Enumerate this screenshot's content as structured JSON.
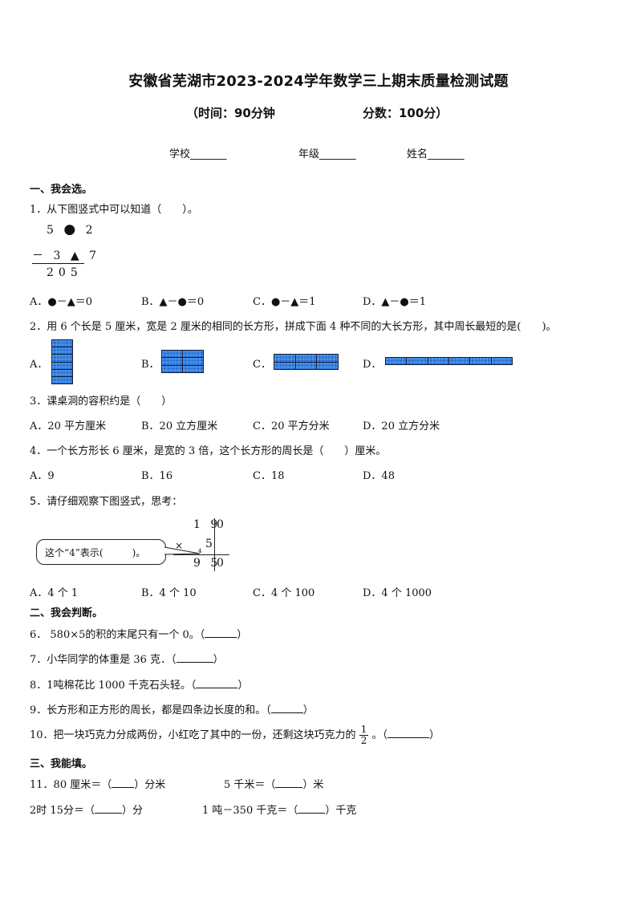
{
  "header": {
    "title": "安徽省芜湖市2023-2024学年数学三上期末质量检测试题",
    "time_label": "（时间：90分钟",
    "score_label": "分数：100分）",
    "fields": [
      {
        "label": "学校_______"
      },
      {
        "label": "年级_______"
      },
      {
        "label": "姓名_______"
      }
    ]
  },
  "sections": [
    {
      "label": "一、我会选。"
    },
    {
      "label": "二、我会判断。"
    },
    {
      "label": "三、我能填。"
    }
  ],
  "q1": {
    "text": "1．从下图竖式中可以知道（　　）。",
    "calc": {
      "row1": [
        "5",
        "●",
        "2"
      ],
      "row2": [
        "－",
        "3",
        "▲",
        "7"
      ],
      "row3": [
        "2",
        "0",
        "5"
      ]
    },
    "options": [
      "A．●－▲＝0",
      "B．▲－●＝0",
      "C．●－▲＝1",
      "D．▲－●＝1"
    ]
  },
  "q2": {
    "text": "2．用 6 个长是 5 厘米，宽是 2 厘米的相同的长方形，拼成下面 4 种不同的大长方形，其中周长最短的是(　　)。",
    "options": [
      {
        "label": "A．",
        "cols": 1,
        "rows": 6
      },
      {
        "label": "B．",
        "cols": 2,
        "rows": 3
      },
      {
        "label": "C．",
        "cols": 3,
        "rows": 2
      },
      {
        "label": "D．",
        "cols": 6,
        "rows": 1
      }
    ],
    "fill_color": "#2e7fe0"
  },
  "q3": {
    "text": "3．课桌洞的容积约是（　　）",
    "options": [
      "A．20 平方厘米",
      "B．20 立方厘米",
      "C．20 平方分米",
      "D．20 立方分米"
    ]
  },
  "q4": {
    "text": "4．一个长方形长 6 厘米，是宽的 3 倍，这个长方形的周长是（　　）厘米。",
    "options": [
      "A．9",
      "B．16",
      "C．18",
      "D．48"
    ]
  },
  "q5": {
    "text": "5．请仔细观察下图竖式，思考：",
    "bubble": "这个“4”表示(　　　)。",
    "calc": {
      "top": "1 9",
      "top_zero": "0",
      "mul_sign": "×",
      "carry": "4",
      "mult": "5",
      "result": "9 5",
      "result_zero": "0"
    },
    "options": [
      "A．4 个 1",
      "B．4 个 10",
      "C．4 个 100",
      "D．4 个 1000"
    ]
  },
  "judge": [
    {
      "text": "6． 580×5的积的末尾只有一个 0。（",
      "close": "）"
    },
    {
      "text": "7．小华同学的体重是 36 克．（",
      "close": "）"
    },
    {
      "text": "8．1吨棉花比 1000 千克石头轻。（",
      "close": "）"
    },
    {
      "text": "9．长方形和正方形的周长，都是四条边长度的和。（",
      "close": "）"
    },
    {
      "text": "10．把一块巧克力分成两份，小红吃了其中的一份，还剩这块巧克力的",
      "frac_num": "1",
      "frac_den": "2",
      "tail": "。（",
      "close": "）"
    }
  ],
  "fill": {
    "r1": [
      {
        "pre": "11．80 厘米＝（",
        "post": "）分米"
      },
      {
        "pre": "5 千米＝（",
        "post": "）米"
      }
    ],
    "r2": [
      {
        "pre": "2时 15分＝（",
        "post": "）分"
      },
      {
        "pre": "1 吨－350 千克＝（",
        "post": "）千克"
      }
    ]
  }
}
